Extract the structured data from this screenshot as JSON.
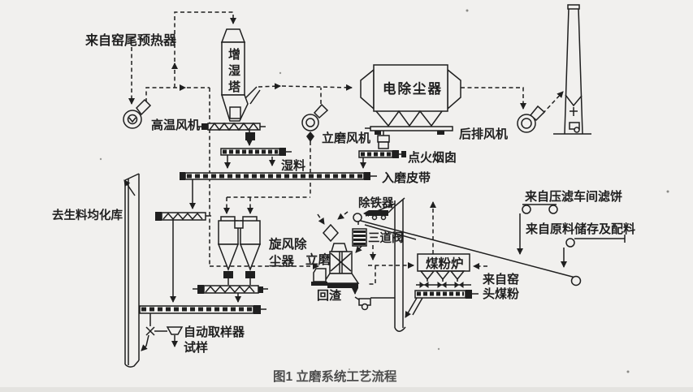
{
  "figure": {
    "caption": "图1 立磨系统工艺流程"
  },
  "labels": {
    "from_preheater": "来自窑尾预热器",
    "high_temp_fan": "高温风机",
    "humidifying_tower": "增湿塔",
    "esp": "电除尘器",
    "mill_fan": "立磨风机",
    "rear_exhaust_fan": "后排风机",
    "ignition_stack": "点火烟囱",
    "wet_material": "湿料",
    "mill_feed_belt": "入磨皮带",
    "iron_remover": "除铁器",
    "three_way_valve": "三道阀",
    "cyclone_line1": "旋风除",
    "cyclone_line2": "尘器",
    "vertical_mill": "立磨",
    "to_homogenizing_silo": "去生料均化库",
    "coal_furnace": "煤粉炉",
    "from_filter_press": "来自压滤车间滤饼",
    "from_raw_storage": "来自原料储存及配料",
    "from_kiln_head_line1": "来自窑",
    "from_kiln_head_line2": "头煤粉",
    "return_residue": "回渣",
    "auto_sampler": "自动取样器",
    "sample": "试样"
  },
  "colors": {
    "ink": "#1f1f1f",
    "paper": "#f1f0ee",
    "caption": "#4d4d4d"
  }
}
